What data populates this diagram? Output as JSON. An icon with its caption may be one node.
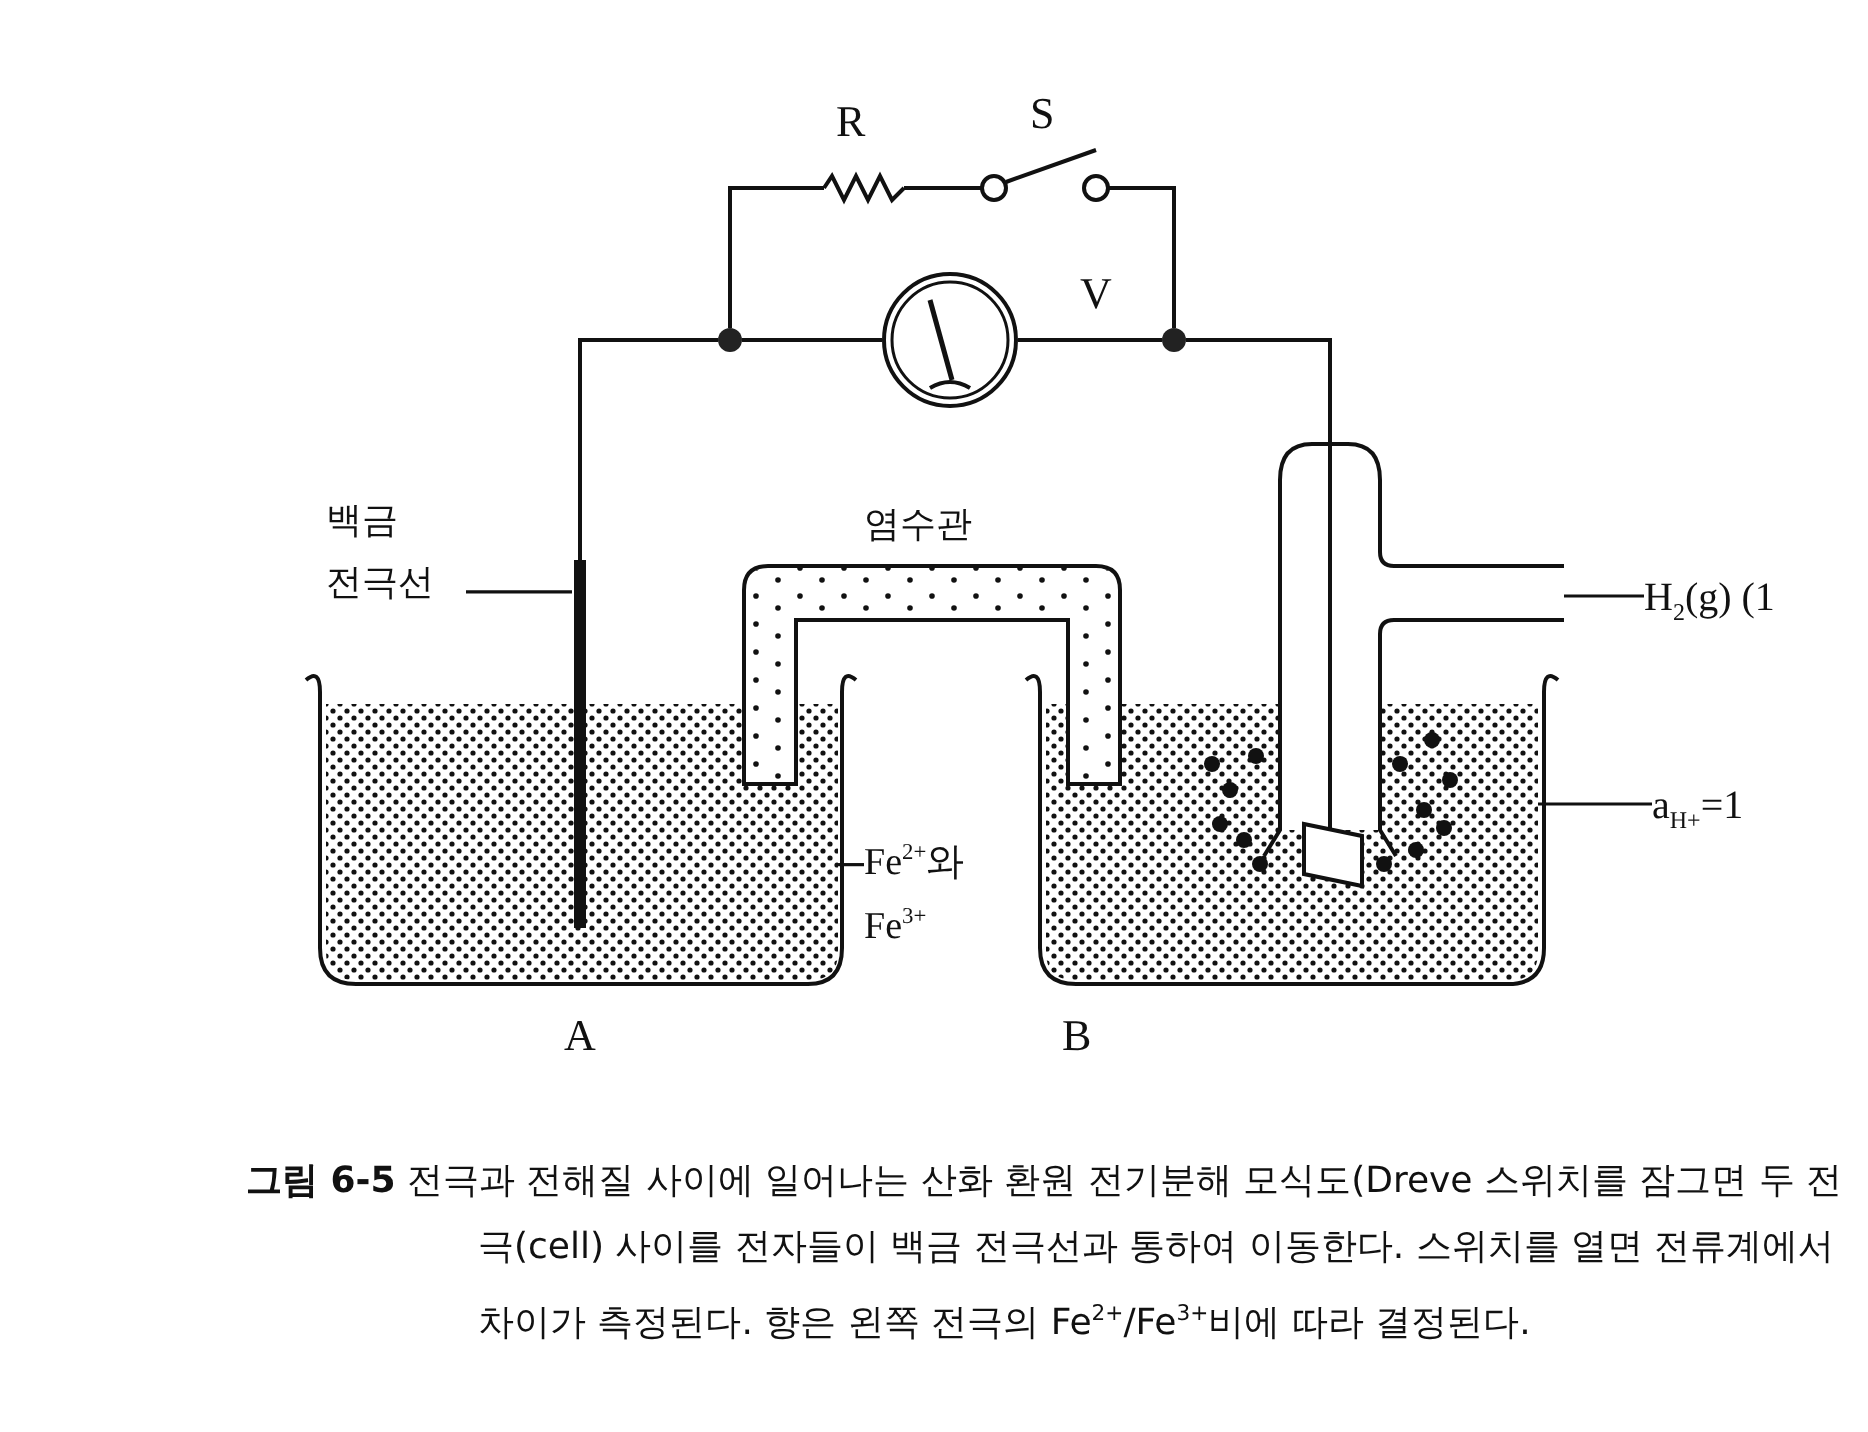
{
  "diagram": {
    "caption": "**그림 6-5** 전극과 전해질 사이에 일어나는 산화 환원 전기분해 모식도(Dreve 스위치를 잠그면 두 전극(cell) 사이를 전자들이 백금 전극선과 통하여 이동한다. 스위치를 열면 전류계에서 차이가 측정된다. 향은 왼쪽 전극의 Fe$^{2+}$/Fe$^{3+}$비에 따라 결정된다.",
    "nodes": [
      {
        "text": [
          "백금 전극선"
        ]
      },
      {
        "text": [],
        "shape": "bar"
      },
      {
        "text": [
          "Fe$^{2+}$와 Fe$^{3+}$"
        ]
      },
      {
        "text": [],
        "shape": "box"
      },
      {
        "text": [
          "H$_{2}$(g) (1"
        ]
      },
      {
        "text": [],
        "shape": "tube"
      },
      {
        "text": [
          "a$_{H+}$=1"
        ]
      },
      {
        "text": [],
        "shape": "box"
      },
      {
        "text": [],
        "shape": "resistor",
        "beside": [
          "R"
        ]
      },
      {
        "text": [],
        "shape": "switch",
        "beside": [
          "S"
        ]
      },
      {
        "text": [],
        "shape": "dot"
      },
      {
        "text": [],
        "shape": "meter",
        "beside": [
          "V"
        ]
      },
      {
        "text": [],
        "shape": "dot"
      }
    ],
    "edges": [
      {
        "from": 0,
        "to": 1,
        "arrow": "none"
      },
      {
        "from": 2,
        "to": 3,
        "arrow": "none"
      },
      {
        "from": 4,
        "to": 5,
        "arrow": "none"
      },
      {
        "from": 6,
        "to": 7,
        "arrow": "none"
      },
      {
        "from": 10,
        "to": 1,
        "arrow": "none"
      },
      {
        "from": 10,
        "to": 11,
        "arrow": "none"
      },
      {
        "from": 11,
        "to": 12,
        "arrow": "none"
      },
      {
        "from": 12,
        "to": 5,
        "arrow": "none"
      },
      {
        "from": 10,
        "to": 8,
        "arrow": "none"
      },
      {
        "from": 8,
        "to": 9,
        "arrow": "none"
      },
      {
        "from": 9,
        "to": 12,
        "arrow": "none"
      }
    ],
    "labels": [
      "염수관",
      "A",
      "B"
    ]
  }
}
